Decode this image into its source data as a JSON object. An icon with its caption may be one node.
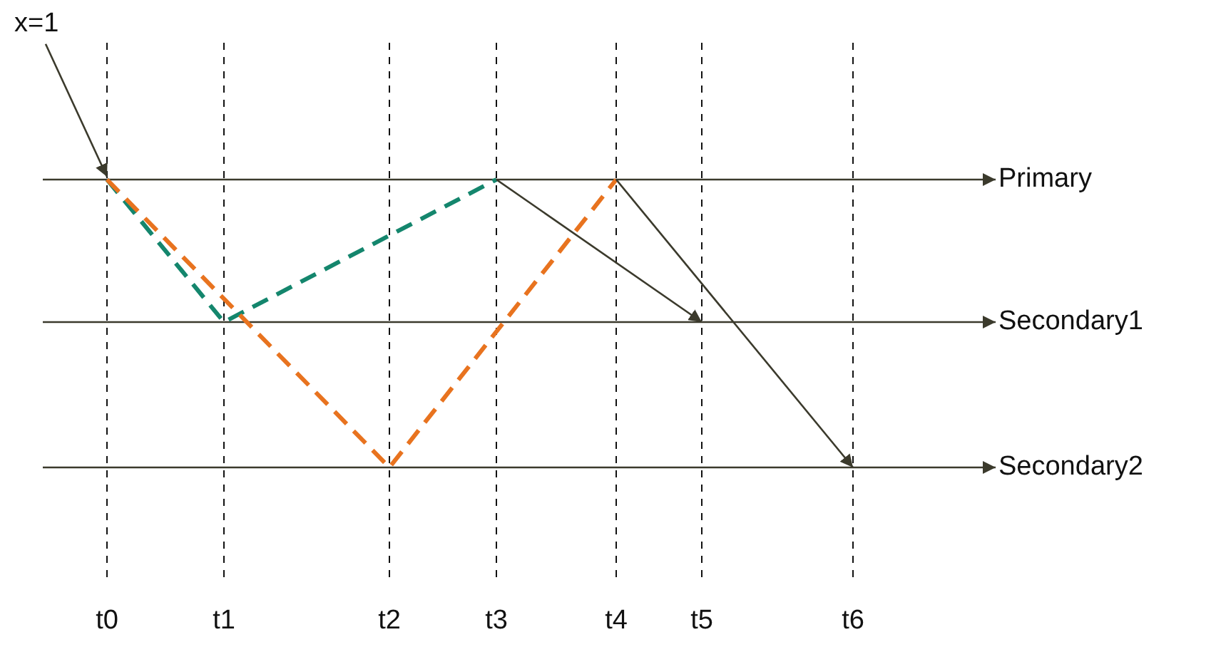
{
  "diagram": {
    "nodes": [
      {
        "text": [
          "x=1"
        ]
      },
      {
        "text": [
          "Primary"
        ]
      },
      {
        "text": [
          "Secondary1"
        ]
      },
      {
        "text": [
          "Secondary2"
        ]
      }
    ],
    "edges": [
      {
        "from": null,
        "to": 1,
        "arrow": "to"
      },
      {
        "from": null,
        "to": 2,
        "arrow": "to"
      },
      {
        "from": null,
        "to": 3,
        "arrow": "to"
      },
      {
        "from": 0,
        "to": null,
        "arrow": "to"
      }
    ],
    "labels": [
      "t0",
      "t1",
      "t2",
      "t3",
      "t4",
      "t5",
      "t6"
    ]
  }
}
